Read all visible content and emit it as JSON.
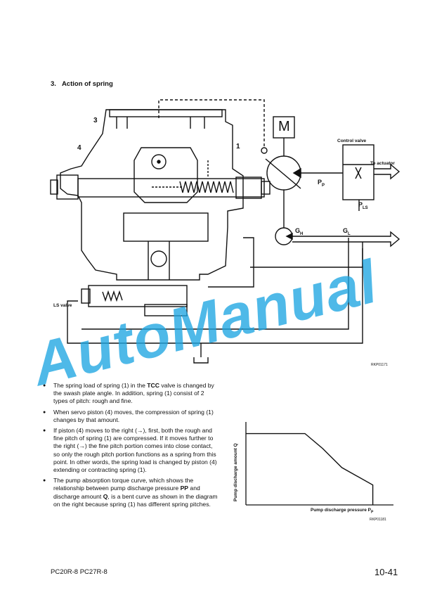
{
  "section": {
    "number": "3.",
    "title": "Action of spring"
  },
  "diagram": {
    "callouts": [
      "3",
      "4",
      "1"
    ],
    "motor_label": "M",
    "control_valve": "Control valve",
    "to_actuator": "To actuator",
    "pp": "P",
    "pp_sub": "P",
    "pls": "P",
    "pls_sub": "LS",
    "gh": "G",
    "gh_sub": "H",
    "gl": "G",
    "gl_sub": "L",
    "ls_valve": "LS valve",
    "ref_code": "RKP01171"
  },
  "bullets": [
    {
      "pre": "The spring load of spring (1) in the ",
      "bold": "TCC",
      "post": " valve is changed by the swash plate angle. In addition, spring (1) consist of 2 types of pitch: rough and fine."
    },
    {
      "pre": "When servo piston (4) moves, the compression of spring (1) changes by that amount.",
      "bold": "",
      "post": ""
    },
    {
      "pre": "If piston (4) moves to the right (→), first, both the rough and fine pitch of spring (1) are compressed. If it moves further to the right (→) the fine pitch portion comes into close contact, so only the rough pitch portion functions as a spring from this point. In other words, the spring load is changed by piston (4) extending or contracting spring (1).",
      "bold": "",
      "post": ""
    },
    {
      "pre": "The pump absorption torque curve, which shows the relationship between pump discharge pressure ",
      "bold": "PP",
      "mid": " and discharge amount ",
      "bold2": "Q",
      "post": ", is a bent curve as shown in the diagram on the right because spring (1) has different spring pitches."
    }
  ],
  "chart_data": {
    "type": "line",
    "title": "",
    "xlabel": "Pump discharge pressure P",
    "xlabel_sub": "P",
    "ylabel": "Pump discharge amount Q",
    "ref_code": "RKP01181",
    "x": [
      0,
      0.4,
      0.52,
      0.65,
      0.86,
      0.86
    ],
    "y": [
      0.86,
      0.86,
      0.68,
      0.45,
      0.24,
      0.0
    ],
    "xlim": [
      0,
      1
    ],
    "ylim": [
      0,
      1
    ],
    "grid": false
  },
  "footer": {
    "model": "PC20R-8   PC27R-8",
    "page": "10-41"
  },
  "watermark": "AutoManual"
}
